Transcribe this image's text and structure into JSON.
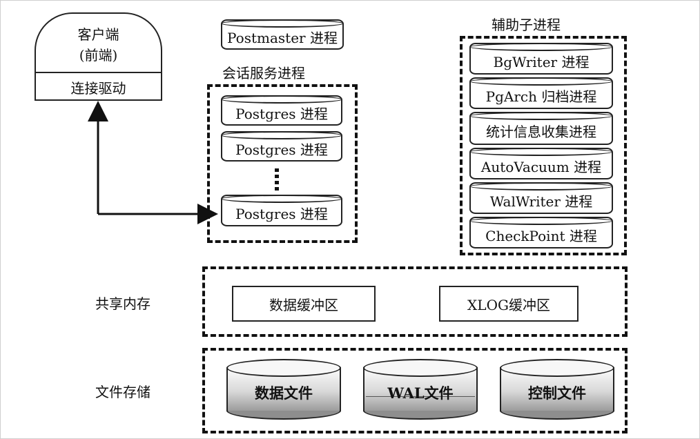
{
  "client": {
    "line1": "客户端",
    "line2": "(前端)",
    "driver": "连接驱动"
  },
  "postmaster": "Postmaster 进程",
  "session": {
    "title": "会话服务进程",
    "processes": [
      "Postgres 进程",
      "Postgres 进程",
      "Postgres 进程"
    ]
  },
  "auxiliary": {
    "title": "辅助子进程",
    "processes": [
      "BgWriter 进程",
      "PgArch 归档进程",
      "统计信息收集进程",
      "AutoVacuum 进程",
      "WalWriter 进程",
      "CheckPoint 进程"
    ]
  },
  "shared_memory": {
    "label": "共享内存",
    "buffers": [
      "数据缓冲区",
      "XLOG缓冲区"
    ]
  },
  "file_storage": {
    "label": "文件存储",
    "files": [
      "数据文件",
      "WAL文件",
      "控制文件"
    ]
  }
}
